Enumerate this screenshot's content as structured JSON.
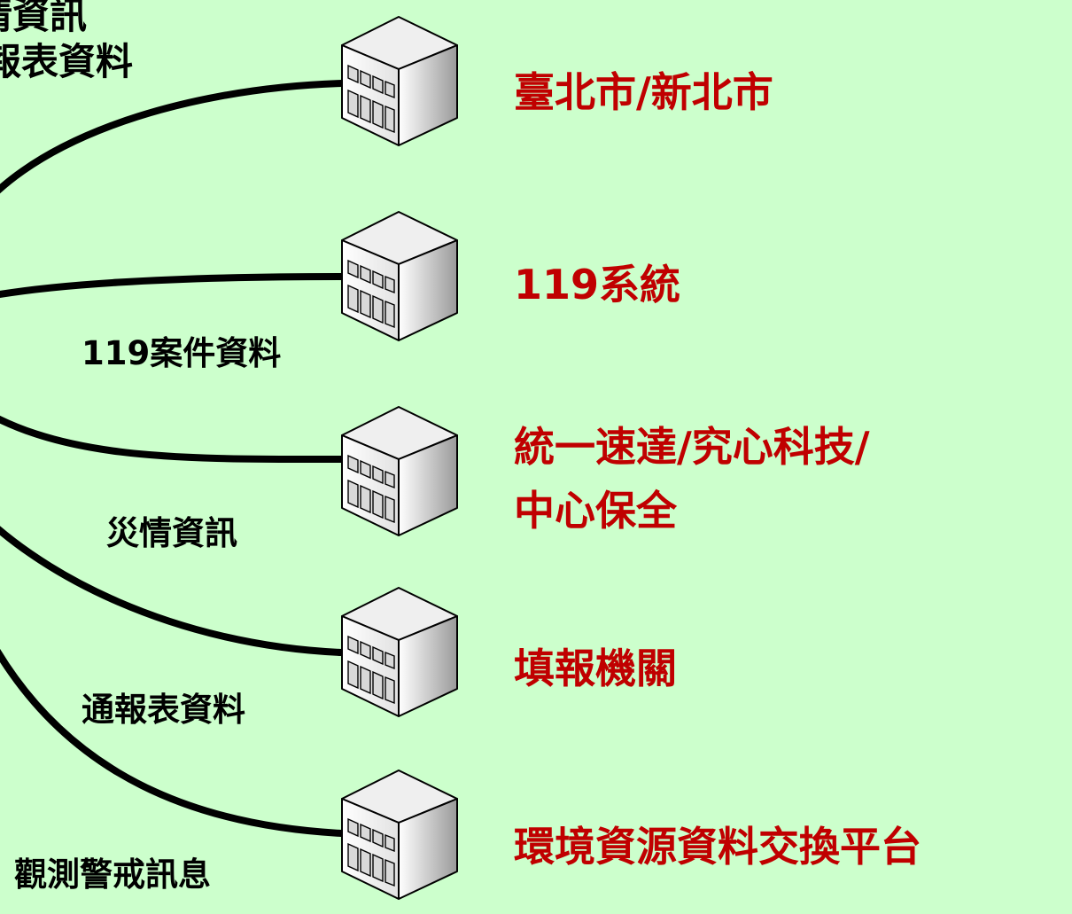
{
  "top_labels": {
    "line1": "情資訊",
    "line2": "報表資料"
  },
  "connections": [
    {
      "label": "119案件資料"
    },
    {
      "label": "災情資訊"
    },
    {
      "label": "通報表資料"
    },
    {
      "label": "觀測警戒訊息"
    }
  ],
  "organizations": [
    {
      "name": "臺北市/新北市"
    },
    {
      "name": "119系統"
    },
    {
      "name": "統一速達/究心科技/",
      "name_line2": "中心保全"
    },
    {
      "name": "填報機關"
    },
    {
      "name": "環境資源資料交換平台"
    }
  ],
  "colors": {
    "background": "#ccffcc",
    "org_text": "#c00000",
    "line": "#000000"
  },
  "icons": [
    "building-icon"
  ]
}
